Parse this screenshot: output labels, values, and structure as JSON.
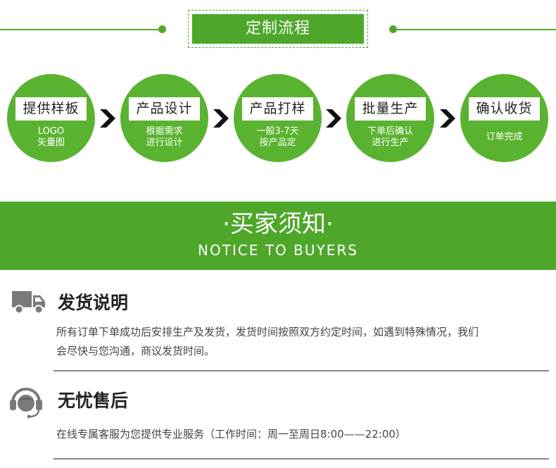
{
  "process": {
    "title": "定制流程",
    "steps": [
      {
        "label": "提供样板",
        "desc": [
          "LOGO",
          "矢量图"
        ]
      },
      {
        "label": "产品设计",
        "desc": [
          "根据需求",
          "进行设计"
        ]
      },
      {
        "label": "产品打样",
        "desc": [
          "一般3-7天",
          "按产品定"
        ]
      },
      {
        "label": "批量生产",
        "desc": [
          "下单后确认",
          "进行生产"
        ]
      },
      {
        "label": "确认收货",
        "desc": [
          "订单完成"
        ]
      }
    ]
  },
  "banner": {
    "title": "·买家须知·",
    "subtitle": "NOTICE TO BUYERS"
  },
  "shipping": {
    "icon": "truck-icon",
    "title": "发货说明",
    "lines": [
      "所有订单下单成功后安排生产及发货，发货时间按照双方约定时间，如遇到特殊情况，我们",
      "会尽快与您沟通，商议发货时间。"
    ]
  },
  "aftersales": {
    "icon": "headset-icon",
    "title": "无忧售后",
    "lines": [
      "在线专属客服为您提供专业服务（工作时间：周一至周日8:00——22:00）"
    ]
  },
  "colors": {
    "brand_green": "#4fa72a",
    "circle_green": "#5ab330",
    "icon_gray": "#7a7a7a"
  }
}
